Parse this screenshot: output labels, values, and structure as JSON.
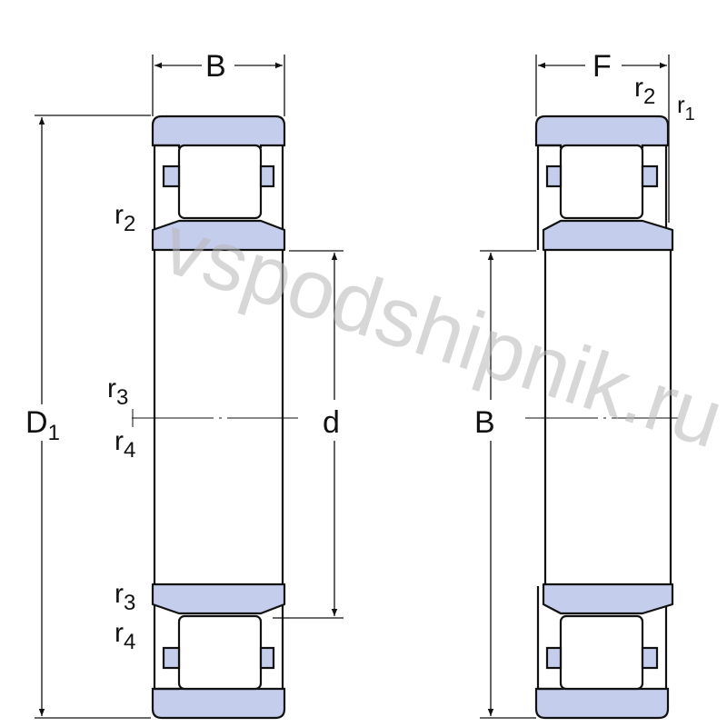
{
  "colors": {
    "ring_fill": "#c4cdec",
    "line": "#111111",
    "watermark": "#b8b8b8"
  },
  "watermark": "vspodshipnik.ru",
  "left_view": {
    "width_label": "B",
    "outer_diameter_label": "D",
    "outer_diameter_sub": "1",
    "bore_label": "d",
    "top_radius_label": "r",
    "top_radius_sub": "2",
    "mid_radius_a": "r",
    "mid_radius_a_sub": "3",
    "mid_radius_b": "r",
    "mid_radius_b_sub": "4",
    "bottom_radius_a": "r",
    "bottom_radius_a_sub": "3",
    "bottom_radius_b": "r",
    "bottom_radius_b_sub": "4"
  },
  "right_view": {
    "width_label": "F",
    "height_label": "B",
    "radius_a": "r",
    "radius_a_sub": "2",
    "radius_b": "r",
    "radius_b_sub": "1"
  }
}
